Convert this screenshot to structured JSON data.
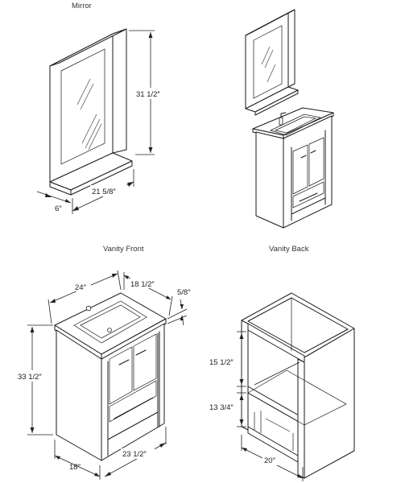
{
  "captions": {
    "mirror": "Mirror",
    "vanity_front": "Vanity Front",
    "vanity_back": "Vanity Back"
  },
  "mirror_dims": {
    "height": "31 1/2″",
    "width": "21 5/8″",
    "depth": "6″"
  },
  "front_dims": {
    "top_depth": "24″",
    "top_width": "18 1/2″",
    "top_thickness": "5/8″",
    "height": "33 1/2″",
    "side_depth": "18″",
    "base_width": "23 1/2″"
  },
  "back_dims": {
    "upper_opening": "15 1/2″",
    "lower_opening": "13 3/4″",
    "width": "20″"
  }
}
